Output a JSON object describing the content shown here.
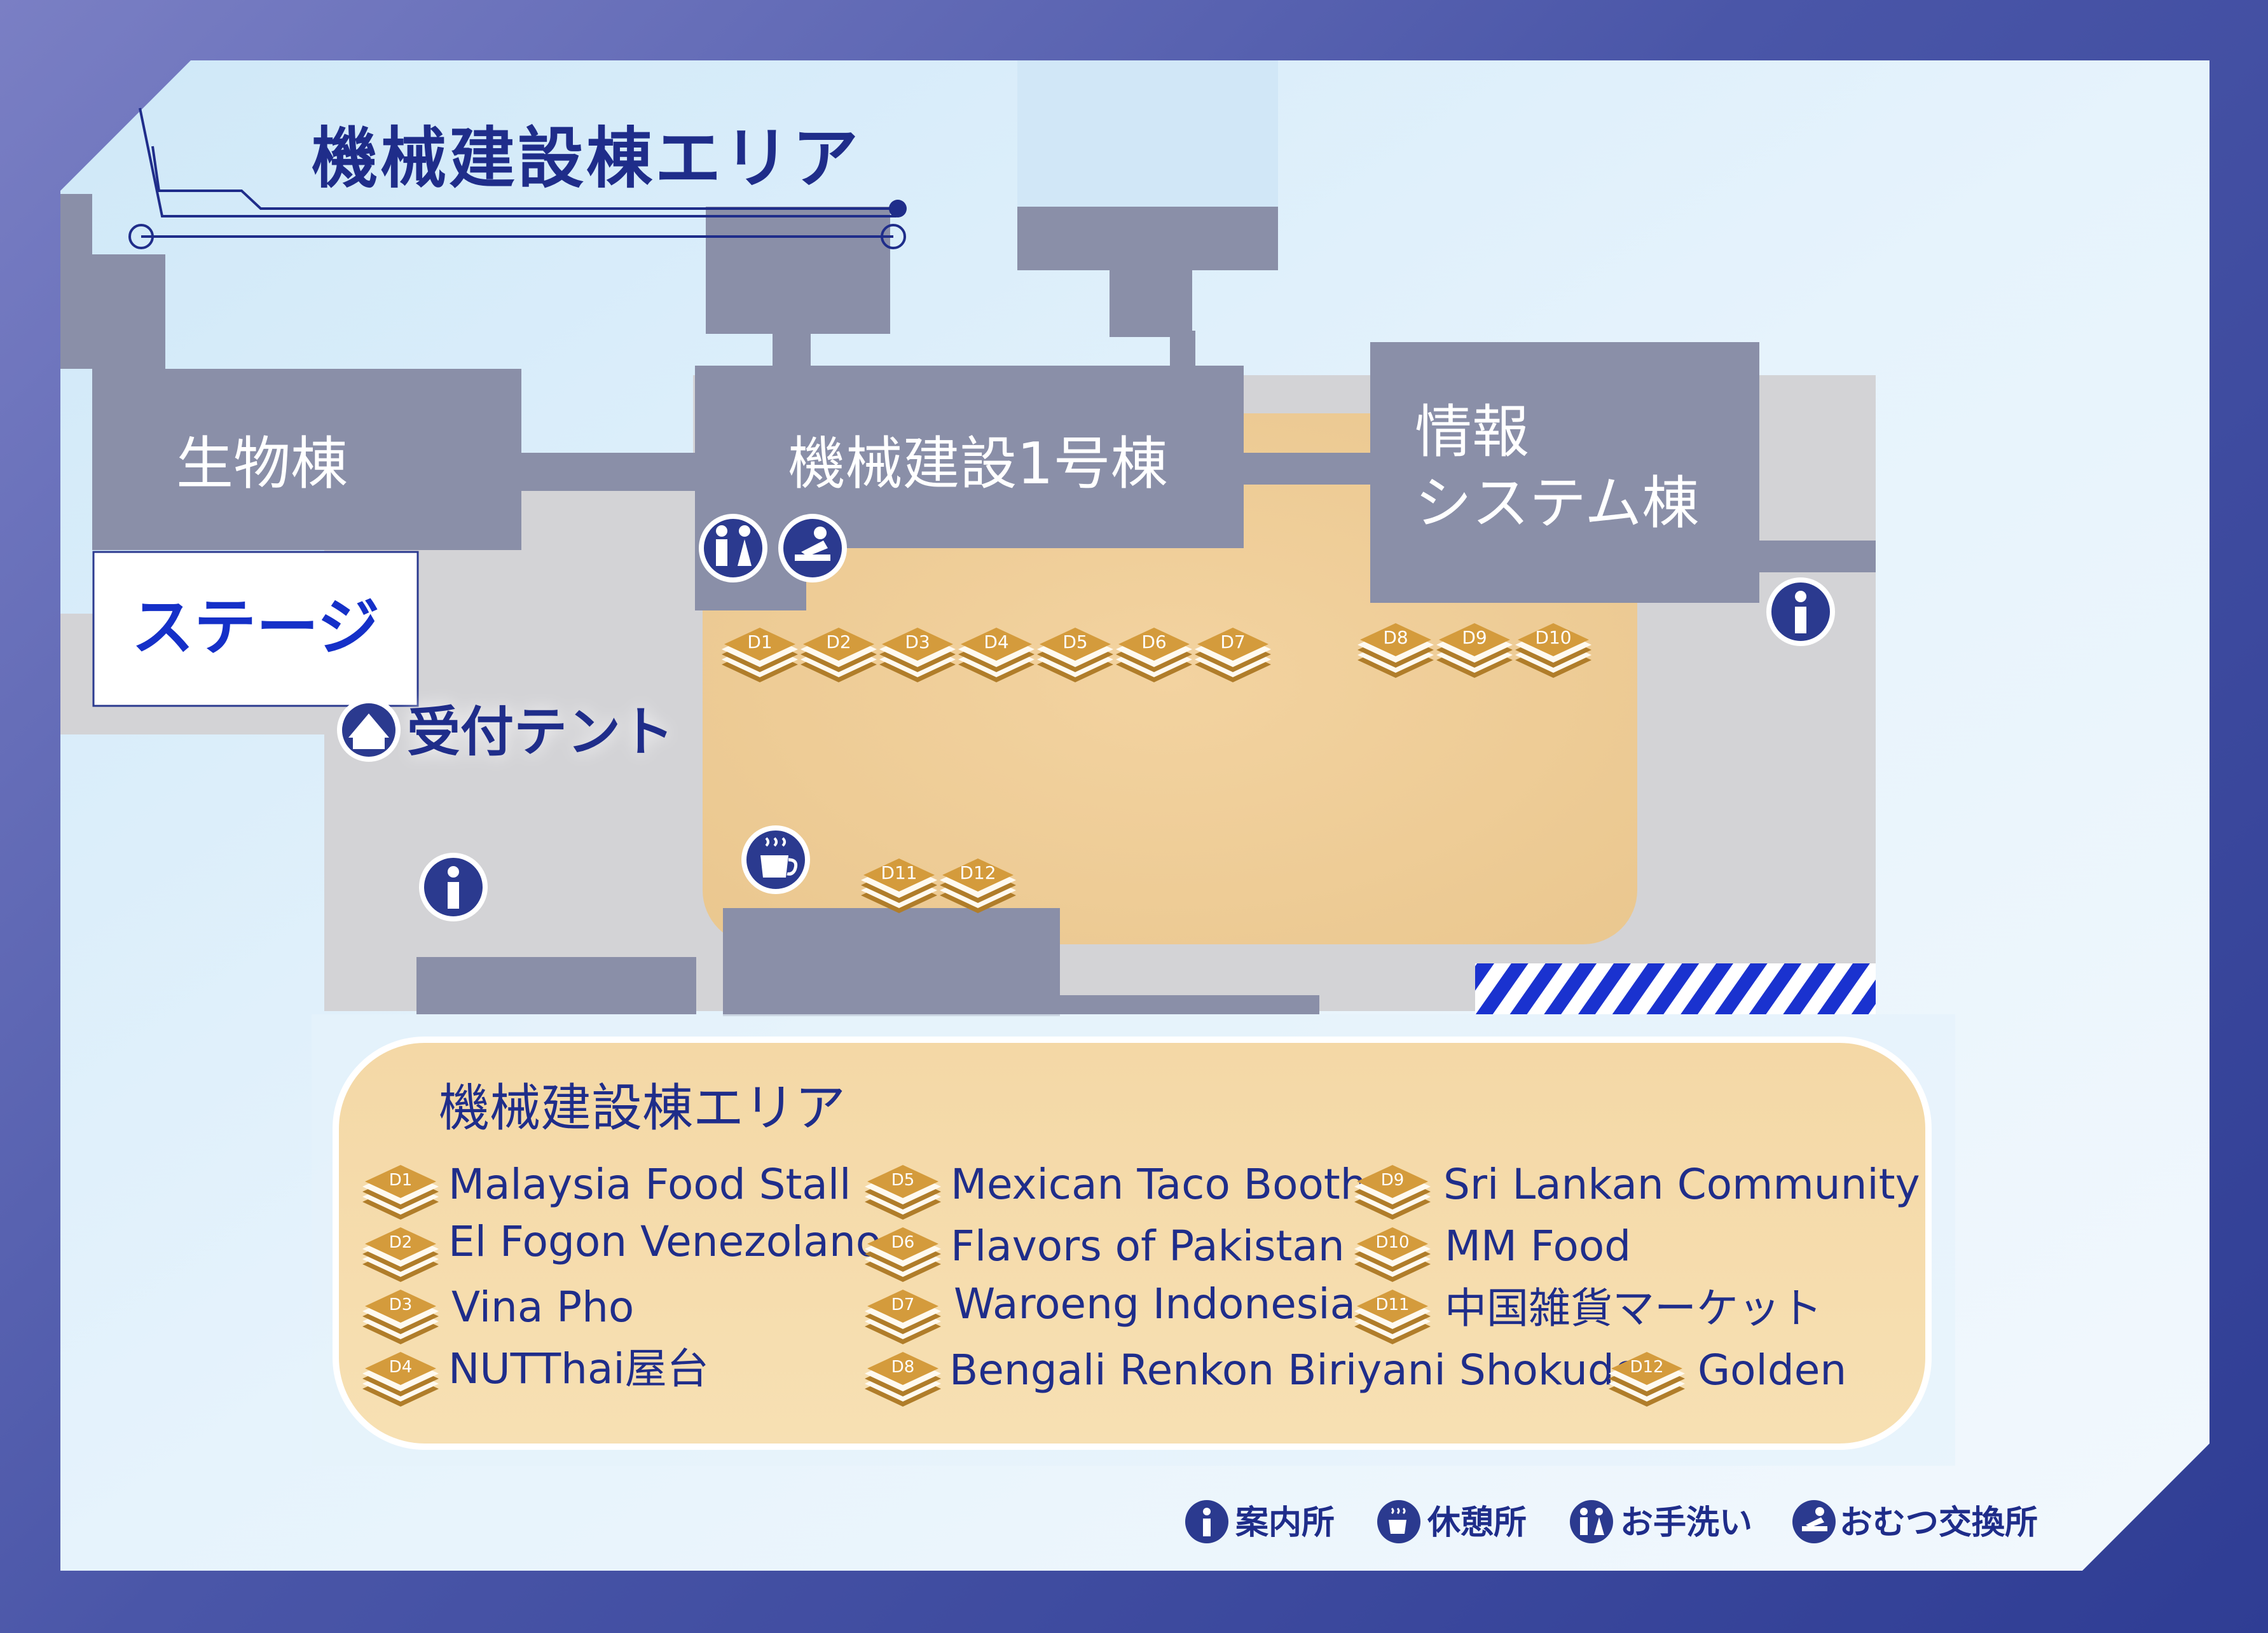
{
  "area_title": "機械建設棟エリア",
  "buildings": {
    "bio": "生物棟",
    "mech1": "機械建設1号棟",
    "info_line1": "情報",
    "info_line2": "システム棟"
  },
  "stage_label": "ステージ",
  "reception_label": "受付テント",
  "booth_markers": {
    "row1": [
      "D1",
      "D2",
      "D3",
      "D4",
      "D5",
      "D6",
      "D7"
    ],
    "row2": [
      "D8",
      "D9",
      "D10"
    ],
    "row3": [
      "D11",
      "D12"
    ]
  },
  "legend": {
    "title": "機械建設棟エリア",
    "items": [
      {
        "id": "D1",
        "name": "Malaysia Food Stall"
      },
      {
        "id": "D2",
        "name": "El Fogon Venezolano"
      },
      {
        "id": "D3",
        "name": "Vina Pho"
      },
      {
        "id": "D4",
        "name": "NUTThai屋台"
      },
      {
        "id": "D5",
        "name": "Mexican Taco Booth"
      },
      {
        "id": "D6",
        "name": "Flavors of Pakistan"
      },
      {
        "id": "D7",
        "name": "Waroeng Indonesia"
      },
      {
        "id": "D8",
        "name": "Bengali Renkon Biriyani Shokudo"
      },
      {
        "id": "D9",
        "name": "Sri Lankan Community"
      },
      {
        "id": "D10",
        "name": "MM Food"
      },
      {
        "id": "D11",
        "name": "中国雑貨マーケット"
      },
      {
        "id": "D12",
        "name": "Golden"
      }
    ]
  },
  "key": {
    "info": "案内所",
    "rest": "休憩所",
    "toilet": "お手洗い",
    "diaper": "おむつ交換所"
  },
  "colors": {
    "building": "#8a8fa8",
    "ground": "#d3d3d6",
    "plaza": "#efcf9a",
    "icon_blue": "#2b3a8f",
    "stage_blue": "#1530c8",
    "title_blue": "#1f2d8a"
  }
}
